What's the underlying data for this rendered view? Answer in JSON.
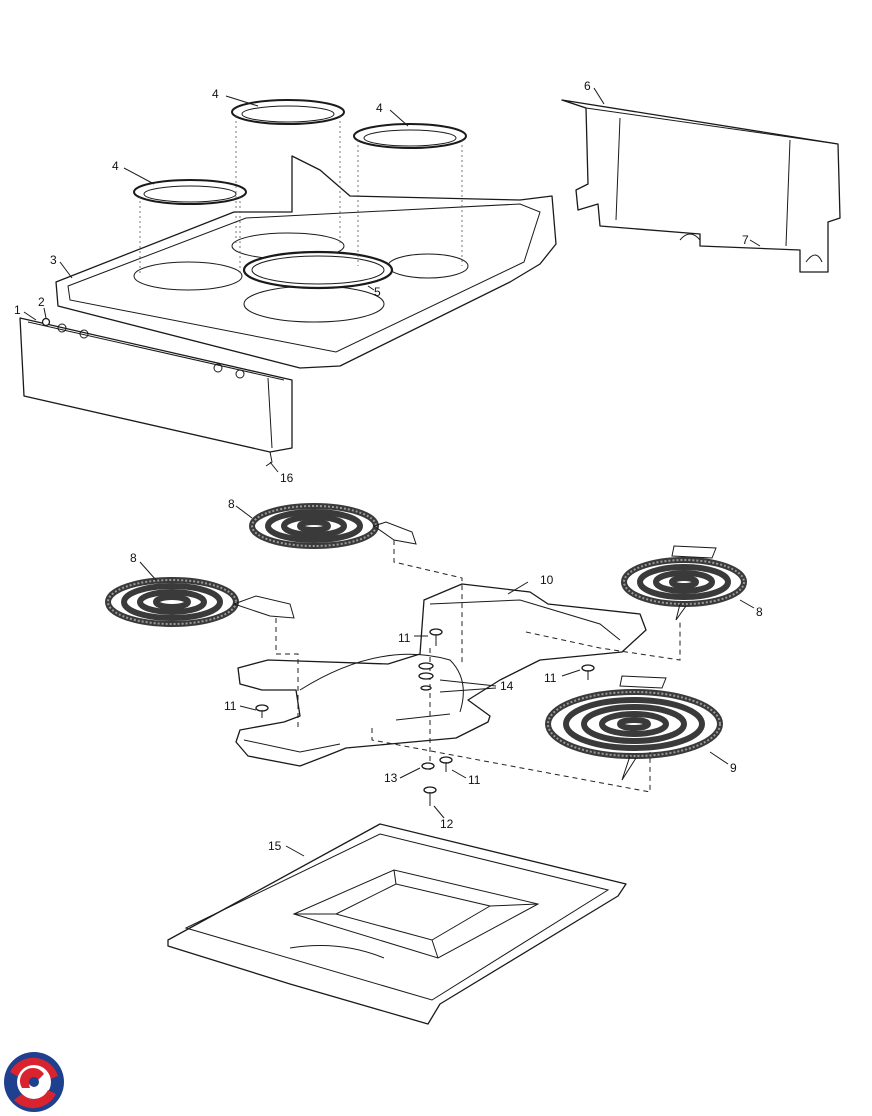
{
  "callouts": {
    "c1": "1",
    "c2": "2",
    "c3": "3",
    "c4a": "4",
    "c4b": "4",
    "c4c": "4",
    "c5": "5",
    "c6": "6",
    "c7": "7",
    "c8a": "8",
    "c8b": "8",
    "c8c": "8",
    "c9": "9",
    "c10": "10",
    "c11a": "11",
    "c11b": "11",
    "c11c": "11",
    "c11d": "11",
    "c12": "12",
    "c13": "13",
    "c14": "14",
    "c15": "15",
    "c16": "16"
  },
  "logo_colors": {
    "red": "#d9232e",
    "blue": "#1f3f8f"
  }
}
